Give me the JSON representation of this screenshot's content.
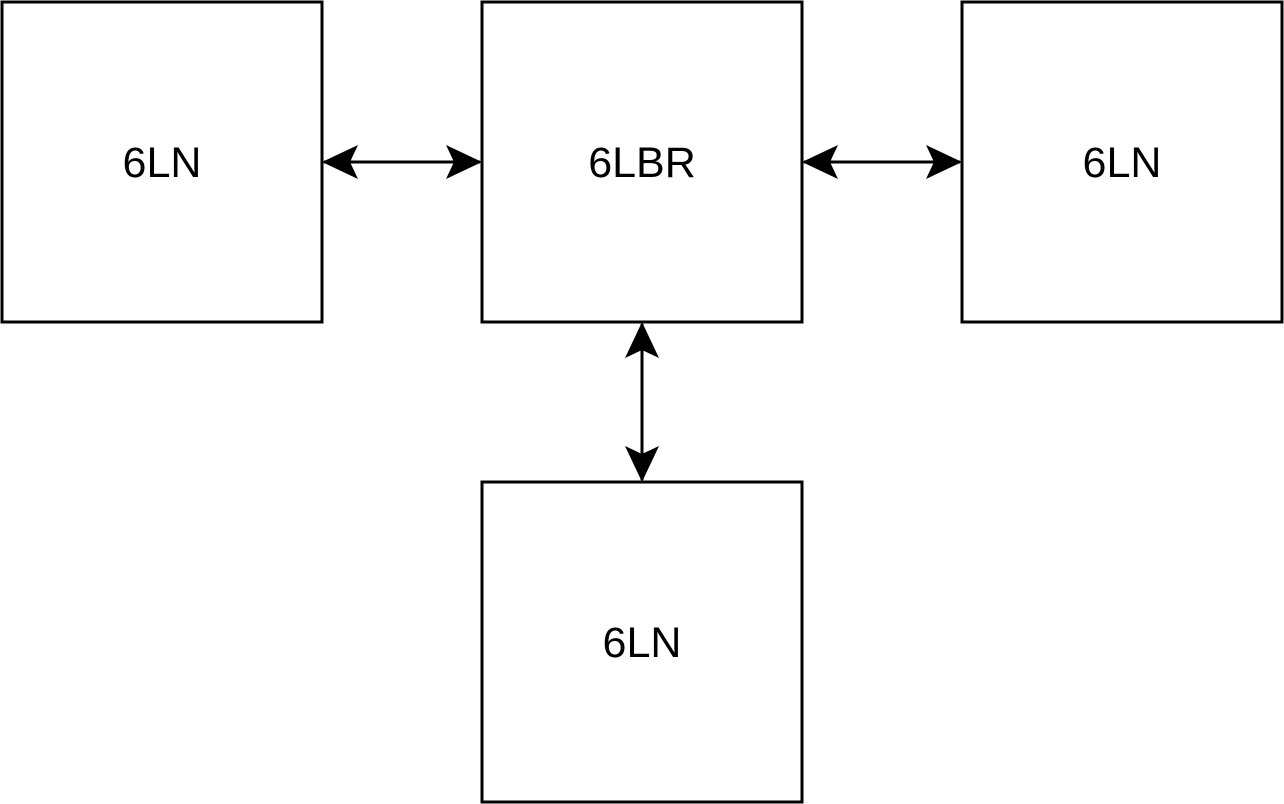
{
  "nodes": {
    "left": {
      "label": "6LN"
    },
    "center": {
      "label": "6LBR"
    },
    "right": {
      "label": "6LN"
    },
    "bottom": {
      "label": "6LN"
    }
  },
  "edges": [
    {
      "from": "left",
      "to": "center",
      "direction": "both"
    },
    {
      "from": "center",
      "to": "right",
      "direction": "both"
    },
    {
      "from": "center",
      "to": "bottom",
      "direction": "both"
    }
  ],
  "colors": {
    "stroke": "#000000",
    "fill": "#ffffff"
  }
}
